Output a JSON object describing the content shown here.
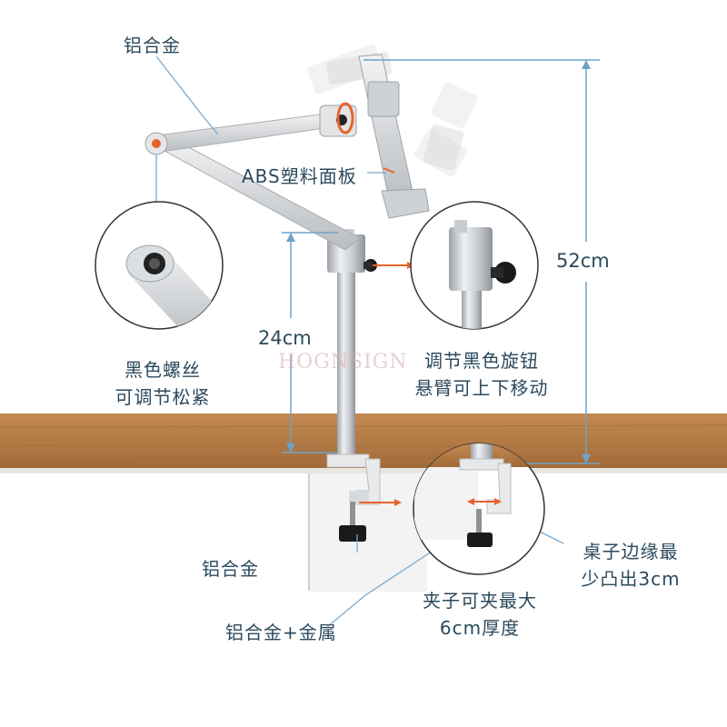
{
  "labels": {
    "top_aluminum": "铝合金",
    "abs_panel": "ABS塑料面板",
    "screw_line1": "黑色螺丝",
    "screw_line2": "可调节松紧",
    "knob_line1": "调节黑色旋钮",
    "knob_line2": "悬臂可上下移动",
    "bottom_aluminum": "铝合金",
    "alloy_metal": "铝合金+金属",
    "clamp_line1": "夹子可夹最大",
    "clamp_line2": "6cm厚度",
    "edge_line1": "桌子边缘最",
    "edge_line2": "少凸出3cm"
  },
  "dimensions": {
    "total_height": "52cm",
    "pole_height": "24cm"
  },
  "watermark": "HOGNSIGN",
  "colors": {
    "label_text": "#2c4a5e",
    "dimension_line": "#6fa3c8",
    "callout_orange": "#e8622c",
    "wood": "#b27a45",
    "aluminum": "#d6d9dc"
  }
}
